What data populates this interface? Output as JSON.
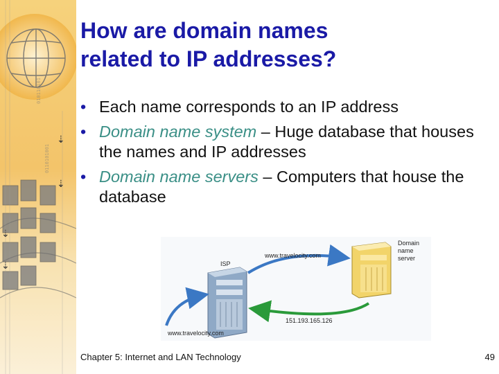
{
  "slide": {
    "title_line1": "How are domain names",
    "title_line2": "related to IP addresses?",
    "bullets": [
      {
        "term": "",
        "text": "Each name corresponds to an IP address"
      },
      {
        "term": "Domain name system",
        "text": " – Huge database that houses the names and IP addresses"
      },
      {
        "term": "Domain name servers",
        "text": " – Computers that house the database"
      }
    ],
    "footer": "Chapter 5: Internet and LAN Technology",
    "page_number": "49"
  },
  "diagram": {
    "isp_label": "ISP",
    "server_label_line1": "Domain",
    "server_label_line2": "name",
    "server_label_line3": "server",
    "url_top": "www.travelocity.com",
    "url_bottom": "www.travelocity.com",
    "ip_address": "151.193.165.126"
  },
  "colors": {
    "title": "#1a1aa6",
    "term": "#3a8f86",
    "arrow_blue": "#3b78c4",
    "arrow_green": "#2a9a3a",
    "isp_server": "#8fa9c6",
    "dns_server": "#f2d46a",
    "deco_gold": "#e8a83a"
  }
}
